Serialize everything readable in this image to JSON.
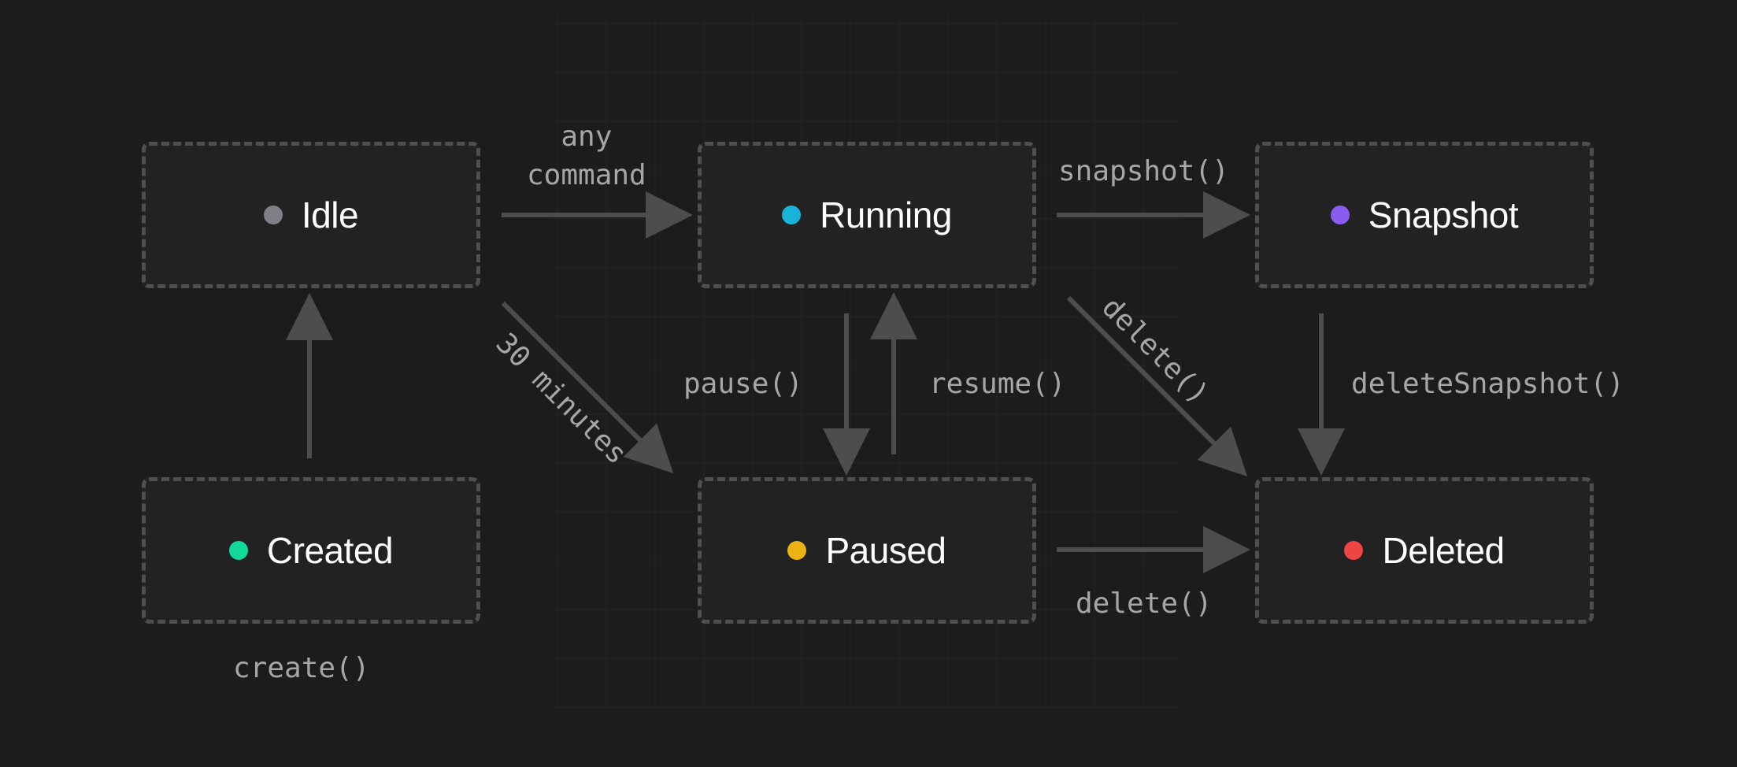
{
  "states": {
    "idle": {
      "label": "Idle",
      "color": "#807f87"
    },
    "running": {
      "label": "Running",
      "color": "#17b3d8"
    },
    "snapshot": {
      "label": "Snapshot",
      "color": "#8b5cf0"
    },
    "created": {
      "label": "Created",
      "color": "#10d99a"
    },
    "paused": {
      "label": "Paused",
      "color": "#eab214"
    },
    "deleted": {
      "label": "Deleted",
      "color": "#ef4444"
    }
  },
  "transitions": {
    "create": "create()",
    "any_command_line1": "any",
    "any_command_line2": "command",
    "timeout": "30 minutes",
    "snapshot": "snapshot()",
    "pause": "pause()",
    "resume": "resume()",
    "delete_running": "delete()",
    "delete_snapshot": "deleteSnapshot()",
    "delete_paused": "delete()"
  },
  "colors": {
    "background": "#1c1c1c",
    "arrow": "#4d4d4d",
    "box_border": "#4f4f4f",
    "label": "#a6a6a6"
  }
}
